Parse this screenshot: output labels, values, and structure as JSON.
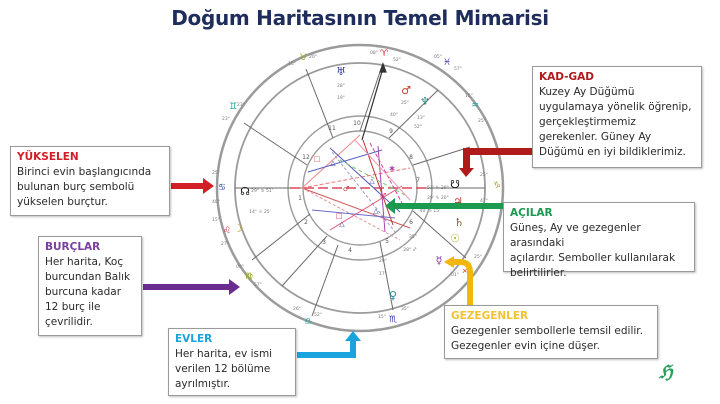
{
  "title": "Doğum Haritasının Temel Mimarisi",
  "colors": {
    "title": "#1f2d5c",
    "yukselen": "#d21f26",
    "burclar": "#6a2c91",
    "evler": "#1aa3dd",
    "kad_gad": "#b01a1a",
    "acilar": "#1a9b50",
    "gezegenler": "#f2b70f"
  },
  "callouts": {
    "yukselen": {
      "heading": "YÜKSELEN",
      "text": "Birinci evin başlangıcında\nbulunan burç sembolü\nyükselen burçtur."
    },
    "burclar": {
      "heading": "BURÇLAR",
      "text": "Her harita, Koç\nburcundan Balık\nburcuna kadar\n12 burç ile\nçevrilidir."
    },
    "evler": {
      "heading": "EVLER",
      "text": "Her harita, ev ismi\nverilen 12 bölüme\nayrılmıştır."
    },
    "kad_gad": {
      "heading": "KAD-GAD",
      "text": "Kuzey Ay Düğümü\nuygulamaya yönelik öğrenip,\ngerçekleştirmemiz\ngerekenler. Güney Ay\nDüğümü en iyi bildiklerimiz."
    },
    "acilar": {
      "heading": "AÇILAR",
      "text": "Güneş, Ay ve gezegenler arasındaki\naçılardır. Semboller kullanılarak\nbelirtilirler."
    },
    "gezegenler": {
      "heading": "GEZEGENLER",
      "text": "Gezegenler sembollerle temsil edilir.\nGezegenler evin içine düşer."
    }
  },
  "wheel": {
    "house_numbers": [
      "1",
      "2",
      "3",
      "4",
      "5",
      "6",
      "7",
      "8",
      "9",
      "10",
      "11",
      "12"
    ],
    "zodiac_glyphs": {
      "cancer": "♋",
      "leo": "♌",
      "virgo": "♍",
      "libra": "♎",
      "scorpio": "♏",
      "sagittarius": "♐",
      "capricorn": "♑",
      "aquarius": "♒",
      "pisces": "♓",
      "aries": "♈",
      "taurus": "♉",
      "gemini": "♊"
    },
    "planet_glyphs": {
      "sun": "☉",
      "moon": "☽",
      "mercury": "☿",
      "venus": "♀",
      "mars": "♂",
      "jupiter": "♃",
      "saturn": "♄",
      "uranus": "♅",
      "neptune": "♆",
      "pluto": "♇",
      "north_node": "☊",
      "south_node": "☋"
    },
    "degree_labels": [
      "15°",
      "20°",
      "25°",
      "29°",
      "01°",
      "04°",
      "13°",
      "14°",
      "17°",
      "18°",
      "19°",
      "23°",
      "25°",
      "27°",
      "28°",
      "52°",
      "57°"
    ]
  },
  "logo": {
    "text": "ℌ"
  }
}
